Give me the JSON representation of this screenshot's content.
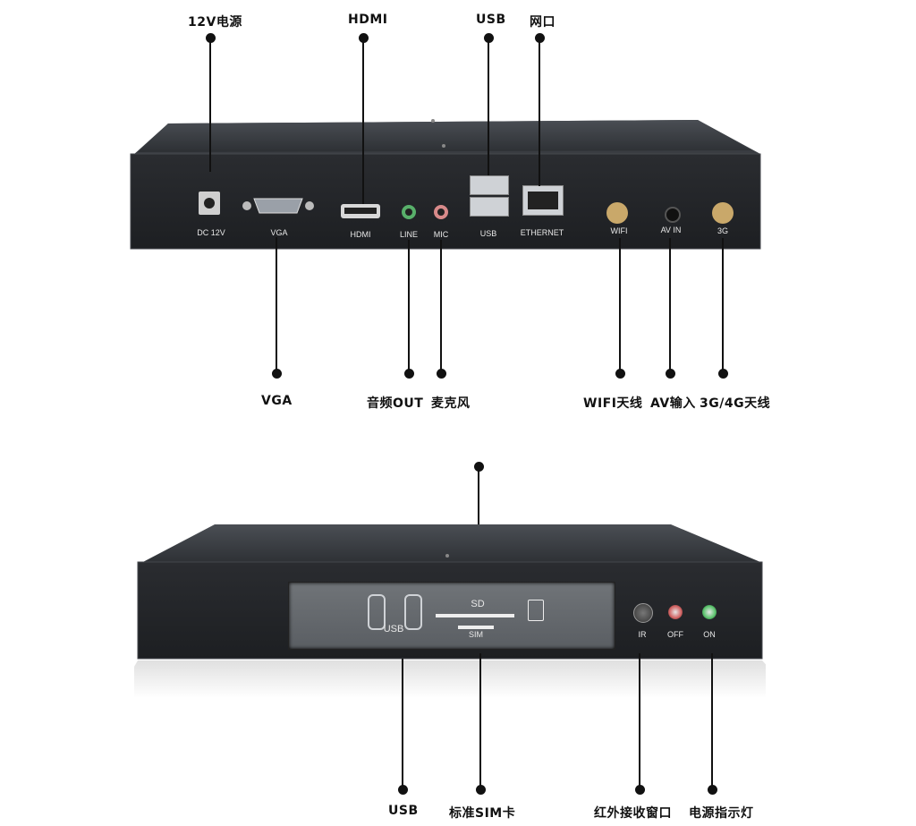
{
  "top_device": {
    "callouts_top": {
      "power": "12V电源",
      "hdmi": "HDMI",
      "usb": "USB",
      "network": "网口"
    },
    "callouts_bottom": {
      "vga": "VGA",
      "audio_out": "音频OUT",
      "mic": "麦克风",
      "wifi": "WIFI天线",
      "av_in": "AV输入",
      "antenna_3g4g": "3G/4G天线"
    },
    "port_labels": {
      "dc": "DC 12V",
      "vga": "VGA",
      "hdmi": "HDMI",
      "line": "LINE",
      "mic": "MIC",
      "usb": "USB",
      "ethernet": "ETHERNET",
      "wifi": "WIFI",
      "av_in": "AV IN",
      "g3": "3G"
    }
  },
  "bottom_device": {
    "callouts_bottom": {
      "usb": "USB",
      "sim": "标准SIM卡",
      "ir": "红外接收窗口",
      "power_led": "电源指示灯"
    },
    "port_labels": {
      "usb": "USB",
      "sd": "SD",
      "sim": "SIM",
      "ir": "IR",
      "off": "OFF",
      "on": "ON"
    }
  },
  "colors": {
    "housing": "#232528",
    "line_jack": "#58b06a",
    "mic_jack": "#d88a8a",
    "led_green": "#58c26a",
    "led_red": "#d06060"
  }
}
